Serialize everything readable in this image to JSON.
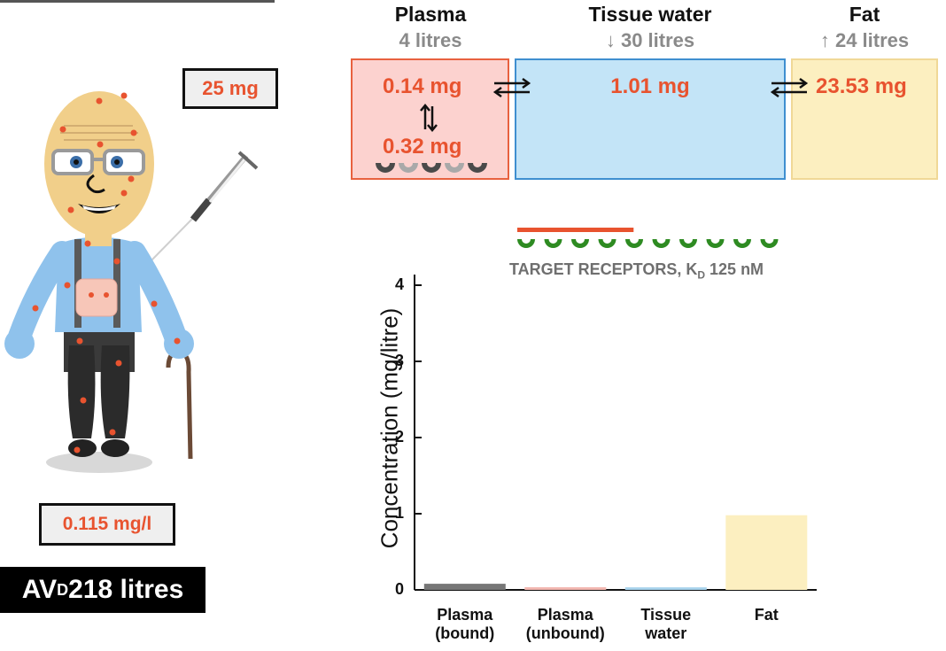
{
  "compartments": {
    "plasma": {
      "title": "Plasma",
      "volume": "4 litres",
      "unbound_amount": "0.14 mg",
      "bound_amount": "0.32 mg"
    },
    "tissue_water": {
      "title": "Tissue water",
      "volume_arrow": "↓",
      "volume": "30 litres",
      "amount": "1.01 mg"
    },
    "fat": {
      "title": "Fat",
      "volume_arrow": "↑",
      "volume": "24 litres",
      "amount": "23.53 mg"
    }
  },
  "dose_label": "25 mg",
  "concentration_label": "0.115 mg/l",
  "avd": {
    "prefix": "AV",
    "subscript": "D",
    "value": " 218 litres"
  },
  "receptors": {
    "label_prefix": "TARGET RECEPTORS, K",
    "label_sub": "D",
    "label_suffix": " 125 nM",
    "count": 10,
    "occupied_fraction": 0.44
  },
  "colors": {
    "drug": "#e8532f",
    "plasma": "#fcd2cf",
    "tissue": "#c3e4f7",
    "fat": "#fcefc0",
    "receptor": "#2e8b22"
  },
  "chart_data": {
    "type": "bar",
    "categories": [
      "Plasma (bound)",
      "Plasma (unbound)",
      "Tissue water",
      "Fat"
    ],
    "category_lines": [
      [
        "Plasma",
        "(bound)"
      ],
      [
        "Plasma",
        "(unbound)"
      ],
      [
        "Tissue",
        "water"
      ],
      [
        "Fat"
      ]
    ],
    "values": [
      0.08,
      0.035,
      0.034,
      0.98
    ],
    "colors": [
      "#777777",
      "#f2b7b0",
      "#a8d3ec",
      "#fcefc0"
    ],
    "ylabel": "Concentration (mg/litre)",
    "ylim": [
      0,
      4
    ],
    "yticks": [
      0,
      1,
      2,
      3,
      4
    ]
  }
}
